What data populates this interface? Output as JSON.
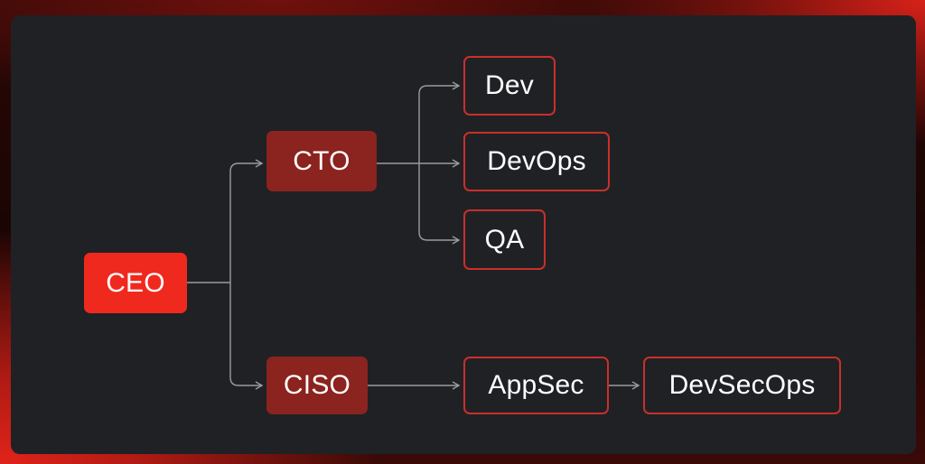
{
  "diagram": {
    "type": "org-chart",
    "nodes": {
      "ceo": "CEO",
      "cto": "CTO",
      "ciso": "CISO",
      "dev": "Dev",
      "devops": "DevOps",
      "qa": "QA",
      "appsec": "AppSec",
      "devsecops": "DevSecOps"
    },
    "edges": [
      [
        "CEO",
        "CTO"
      ],
      [
        "CEO",
        "CISO"
      ],
      [
        "CTO",
        "Dev"
      ],
      [
        "CTO",
        "DevOps"
      ],
      [
        "CTO",
        "QA"
      ],
      [
        "CISO",
        "AppSec"
      ],
      [
        "AppSec",
        "DevSecOps"
      ]
    ]
  },
  "colors": {
    "root_fill": "#f0291f",
    "manager_fill": "#8b231f",
    "team_border": "#c8302a",
    "panel": "#202125",
    "connector": "#9a9ba0"
  }
}
